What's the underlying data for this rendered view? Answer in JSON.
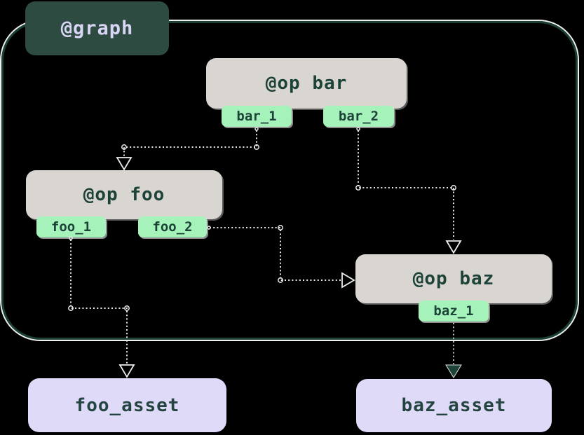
{
  "canvas": {
    "background": "#000000"
  },
  "graph": {
    "label": "@graph"
  },
  "ops": [
    {
      "id": "bar",
      "label": "@op bar",
      "outputs": [
        {
          "name": "bar_1"
        },
        {
          "name": "bar_2"
        }
      ]
    },
    {
      "id": "foo",
      "label": "@op foo",
      "outputs": [
        {
          "name": "foo_1"
        },
        {
          "name": "foo_2"
        }
      ]
    },
    {
      "id": "baz",
      "label": "@op baz",
      "outputs": [
        {
          "name": "baz_1"
        }
      ]
    }
  ],
  "assets": [
    {
      "id": "foo_asset",
      "label": "foo_asset"
    },
    {
      "id": "baz_asset",
      "label": "baz_asset"
    }
  ],
  "edges": [
    {
      "from": "bar.bar_1",
      "to": "op foo",
      "style": "dotted-open-arrow"
    },
    {
      "from": "bar.bar_2",
      "to": "op baz",
      "style": "dotted-open-arrow"
    },
    {
      "from": "foo.foo_2",
      "to": "op baz",
      "style": "dotted-open-arrow"
    },
    {
      "from": "foo.foo_1",
      "to": "foo_asset",
      "style": "dotted-open-arrow"
    },
    {
      "from": "baz.baz_1",
      "to": "baz_asset",
      "style": "dotted-filled-arrow"
    }
  ],
  "colors": {
    "background": "#000000",
    "graph_label_bg": "#2e4b42",
    "graph_label_text": "#d9d5f4",
    "graph_border": "#1c4036",
    "graph_border_highlight": "#eef1ef",
    "op_bg": "#d9d6d2",
    "op_text": "#1d4339",
    "output_tag_bg": "#a6f2bb",
    "asset_bg": "#dedaf8",
    "edge_line": "#e9ebe9",
    "filled_arrow": "#1d4339"
  }
}
